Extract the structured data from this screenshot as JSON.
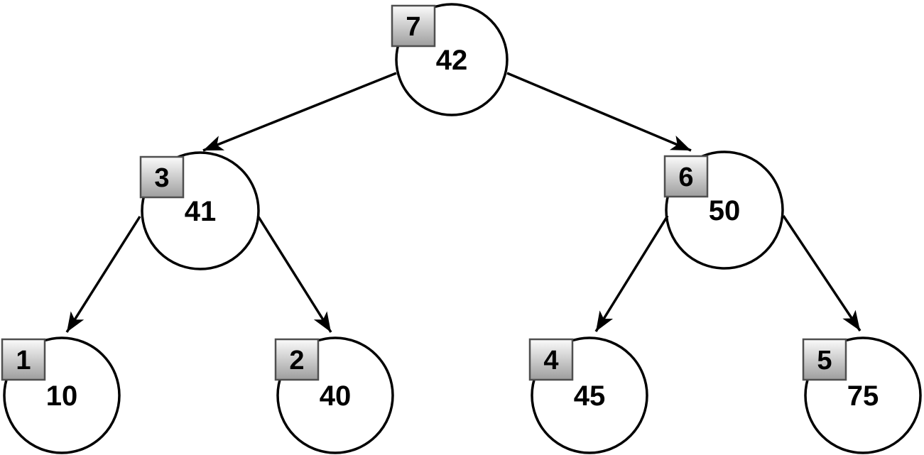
{
  "diagram": {
    "type": "binary-tree",
    "description": "Binary tree of 7 circular nodes; each node has a gray square badge with its index number at its top-left and a value inside the circle; black arrows point from each parent to its children",
    "nodes": [
      {
        "index": "7",
        "value": "42",
        "role": "root"
      },
      {
        "index": "3",
        "value": "41",
        "role": "left-child-of-root"
      },
      {
        "index": "6",
        "value": "50",
        "role": "right-child-of-root"
      },
      {
        "index": "1",
        "value": "10",
        "role": "leaf"
      },
      {
        "index": "2",
        "value": "40",
        "role": "leaf"
      },
      {
        "index": "4",
        "value": "45",
        "role": "leaf"
      },
      {
        "index": "5",
        "value": "75",
        "role": "leaf"
      }
    ],
    "edges": [
      {
        "from_index": "7",
        "to_index": "3"
      },
      {
        "from_index": "7",
        "to_index": "6"
      },
      {
        "from_index": "3",
        "to_index": "1"
      },
      {
        "from_index": "3",
        "to_index": "2"
      },
      {
        "from_index": "6",
        "to_index": "4"
      },
      {
        "from_index": "6",
        "to_index": "5"
      }
    ],
    "colors": {
      "background": "#ffffff",
      "stroke": "#000000",
      "node_fill": "#ffffff",
      "badge_gradient_top": "#fbfbfb",
      "badge_gradient_bottom": "#9e9e9e",
      "badge_border": "#4f4f4f",
      "text": "#000000"
    }
  }
}
